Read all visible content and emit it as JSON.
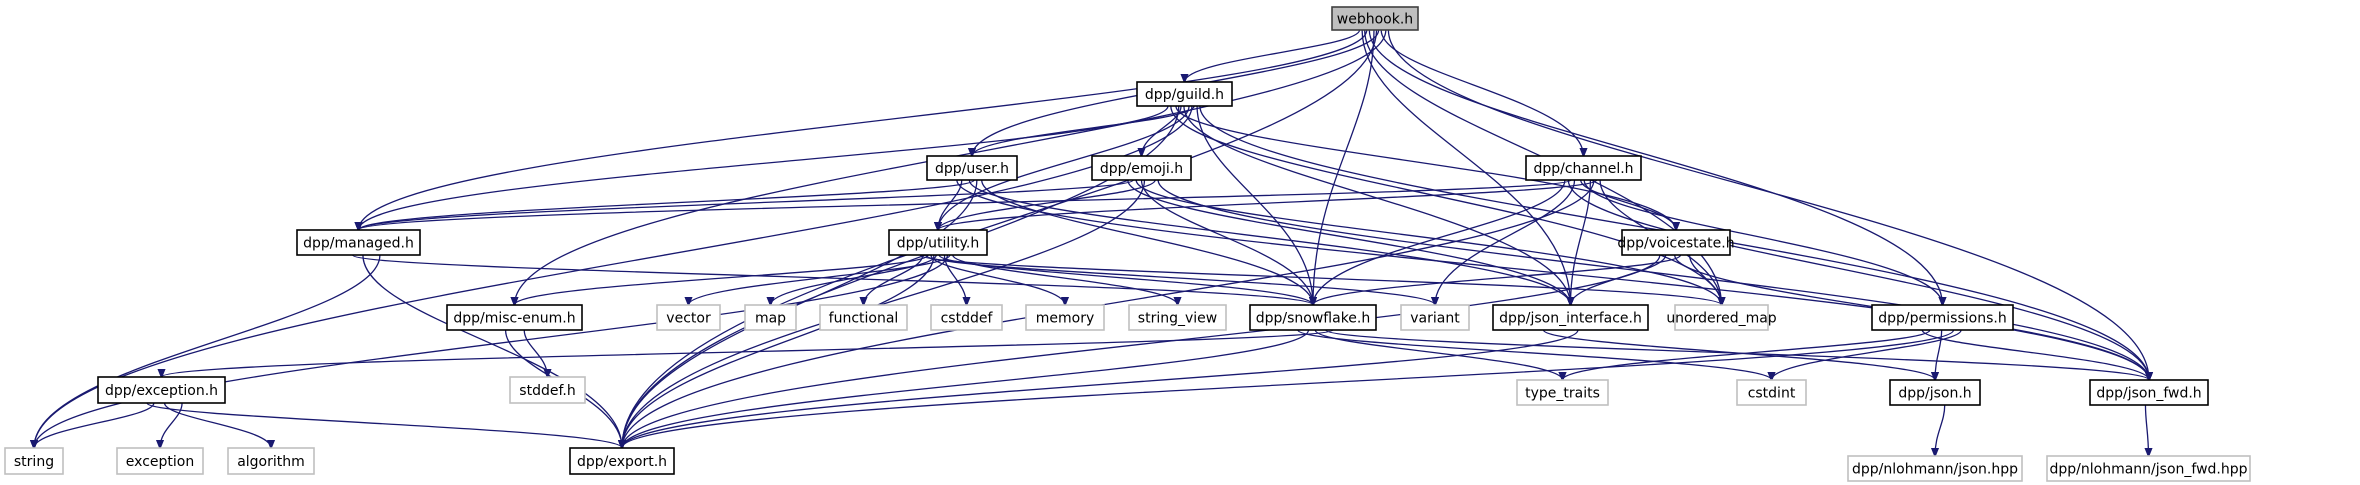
{
  "diagram": {
    "type": "include-dependency-graph",
    "root": "webhook.h",
    "colors": {
      "edge": "#191970",
      "root_fill": "#bfbfbf",
      "root_stroke": "#404040",
      "documented_stroke": "#000000",
      "external_stroke": "#c0c0c0",
      "node_fill": "#ffffff"
    },
    "nodes": [
      {
        "id": "webhook",
        "label": "webhook.h",
        "kind": "root"
      },
      {
        "id": "guild",
        "label": "dpp/guild.h",
        "kind": "documented"
      },
      {
        "id": "user",
        "label": "dpp/user.h",
        "kind": "documented"
      },
      {
        "id": "emoji",
        "label": "dpp/emoji.h",
        "kind": "documented"
      },
      {
        "id": "channel",
        "label": "dpp/channel.h",
        "kind": "documented"
      },
      {
        "id": "managed",
        "label": "dpp/managed.h",
        "kind": "documented"
      },
      {
        "id": "utility",
        "label": "dpp/utility.h",
        "kind": "documented"
      },
      {
        "id": "voicestate",
        "label": "dpp/voicestate.h",
        "kind": "documented"
      },
      {
        "id": "miscenum",
        "label": "dpp/misc-enum.h",
        "kind": "documented"
      },
      {
        "id": "vector",
        "label": "vector",
        "kind": "external"
      },
      {
        "id": "map",
        "label": "map",
        "kind": "external"
      },
      {
        "id": "functional",
        "label": "functional",
        "kind": "external"
      },
      {
        "id": "cstddef",
        "label": "cstddef",
        "kind": "external"
      },
      {
        "id": "memory",
        "label": "memory",
        "kind": "external"
      },
      {
        "id": "string_view",
        "label": "string_view",
        "kind": "external"
      },
      {
        "id": "snowflake",
        "label": "dpp/snowflake.h",
        "kind": "documented"
      },
      {
        "id": "variant",
        "label": "variant",
        "kind": "external"
      },
      {
        "id": "json_interface",
        "label": "dpp/json_interface.h",
        "kind": "documented"
      },
      {
        "id": "unordered_map",
        "label": "unordered_map",
        "kind": "external"
      },
      {
        "id": "permissions",
        "label": "dpp/permissions.h",
        "kind": "documented"
      },
      {
        "id": "exception_h",
        "label": "dpp/exception.h",
        "kind": "documented"
      },
      {
        "id": "stddef",
        "label": "stddef.h",
        "kind": "external"
      },
      {
        "id": "type_traits",
        "label": "type_traits",
        "kind": "external"
      },
      {
        "id": "cstdint",
        "label": "cstdint",
        "kind": "external"
      },
      {
        "id": "json",
        "label": "dpp/json.h",
        "kind": "documented"
      },
      {
        "id": "json_fwd",
        "label": "dpp/json_fwd.h",
        "kind": "documented"
      },
      {
        "id": "string",
        "label": "string",
        "kind": "external"
      },
      {
        "id": "exception",
        "label": "exception",
        "kind": "external"
      },
      {
        "id": "algorithm",
        "label": "algorithm",
        "kind": "external"
      },
      {
        "id": "export",
        "label": "dpp/export.h",
        "kind": "documented"
      },
      {
        "id": "nlohmann_json",
        "label": "dpp/nlohmann/json.hpp",
        "kind": "external"
      },
      {
        "id": "nlohmann_json_fwd",
        "label": "dpp/nlohmann/json_fwd.hpp",
        "kind": "external"
      }
    ],
    "edges": [
      [
        "webhook",
        "guild"
      ],
      [
        "webhook",
        "user"
      ],
      [
        "webhook",
        "managed"
      ],
      [
        "webhook",
        "miscenum"
      ],
      [
        "webhook",
        "snowflake"
      ],
      [
        "webhook",
        "json_interface"
      ],
      [
        "webhook",
        "channel"
      ],
      [
        "webhook",
        "permissions"
      ],
      [
        "webhook",
        "json_fwd"
      ],
      [
        "webhook",
        "export"
      ],
      [
        "webhook",
        "unordered_map"
      ],
      [
        "guild",
        "user"
      ],
      [
        "guild",
        "emoji"
      ],
      [
        "guild",
        "managed"
      ],
      [
        "guild",
        "utility"
      ],
      [
        "guild",
        "voicestate"
      ],
      [
        "guild",
        "snowflake"
      ],
      [
        "guild",
        "json_interface"
      ],
      [
        "guild",
        "unordered_map"
      ],
      [
        "guild",
        "string"
      ],
      [
        "guild",
        "export"
      ],
      [
        "guild",
        "json_fwd"
      ],
      [
        "user",
        "managed"
      ],
      [
        "user",
        "utility"
      ],
      [
        "user",
        "snowflake"
      ],
      [
        "user",
        "json_interface"
      ],
      [
        "user",
        "json_fwd"
      ],
      [
        "user",
        "export"
      ],
      [
        "emoji",
        "managed"
      ],
      [
        "emoji",
        "utility"
      ],
      [
        "emoji",
        "snowflake"
      ],
      [
        "emoji",
        "json_interface"
      ],
      [
        "emoji",
        "misc-enum-placeholder"
      ],
      [
        "emoji",
        "unordered_map"
      ],
      [
        "emoji",
        "json_fwd"
      ],
      [
        "emoji",
        "export"
      ],
      [
        "channel",
        "managed"
      ],
      [
        "channel",
        "utility"
      ],
      [
        "channel",
        "voicestate"
      ],
      [
        "channel",
        "snowflake"
      ],
      [
        "channel",
        "json_interface"
      ],
      [
        "channel",
        "variant"
      ],
      [
        "channel",
        "unordered_map"
      ],
      [
        "channel",
        "permissions"
      ],
      [
        "channel",
        "json_fwd"
      ],
      [
        "channel",
        "export"
      ],
      [
        "managed",
        "snowflake"
      ],
      [
        "managed",
        "string"
      ],
      [
        "managed",
        "export"
      ],
      [
        "utility",
        "miscenum"
      ],
      [
        "utility",
        "vector"
      ],
      [
        "utility",
        "map"
      ],
      [
        "utility",
        "functional"
      ],
      [
        "utility",
        "cstddef"
      ],
      [
        "utility",
        "memory"
      ],
      [
        "utility",
        "string_view"
      ],
      [
        "utility",
        "snowflake"
      ],
      [
        "utility",
        "variant"
      ],
      [
        "utility",
        "string"
      ],
      [
        "utility",
        "export"
      ],
      [
        "utility",
        "unordered_map"
      ],
      [
        "voicestate",
        "snowflake"
      ],
      [
        "voicestate",
        "json_interface"
      ],
      [
        "voicestate",
        "unordered_map"
      ],
      [
        "voicestate",
        "json_fwd"
      ],
      [
        "voicestate",
        "export"
      ],
      [
        "miscenum",
        "stddef"
      ],
      [
        "miscenum",
        "export"
      ],
      [
        "snowflake",
        "exception_h"
      ],
      [
        "snowflake",
        "type_traits"
      ],
      [
        "snowflake",
        "cstdint"
      ],
      [
        "snowflake",
        "json_fwd"
      ],
      [
        "snowflake",
        "export"
      ],
      [
        "json_interface",
        "json"
      ],
      [
        "json_interface",
        "export"
      ],
      [
        "permissions",
        "type_traits"
      ],
      [
        "permissions",
        "cstdint"
      ],
      [
        "permissions",
        "json"
      ],
      [
        "permissions",
        "json_fwd"
      ],
      [
        "permissions",
        "export"
      ],
      [
        "exception_h",
        "string"
      ],
      [
        "exception_h",
        "exception"
      ],
      [
        "exception_h",
        "algorithm"
      ],
      [
        "exception_h",
        "export"
      ],
      [
        "json",
        "nlohmann_json"
      ],
      [
        "json_fwd",
        "nlohmann_json_fwd"
      ]
    ]
  }
}
